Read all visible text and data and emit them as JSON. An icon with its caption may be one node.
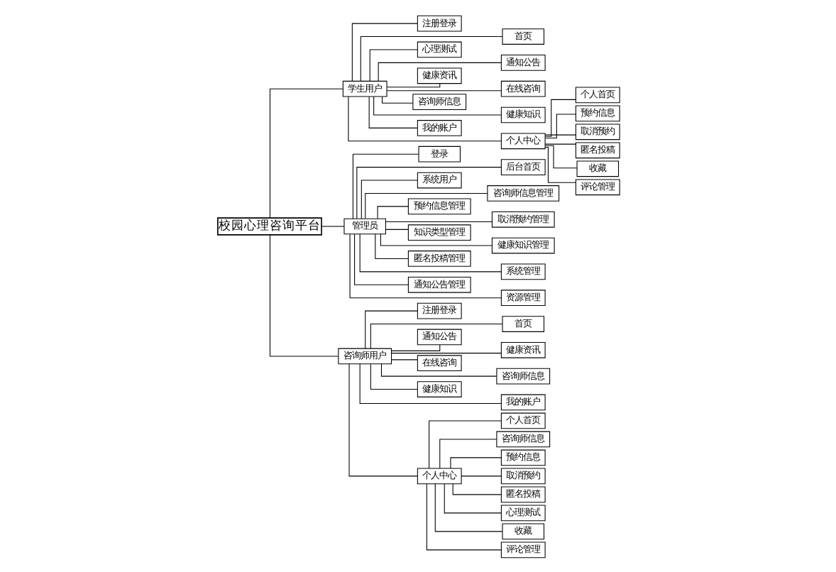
{
  "diagram": {
    "nodes": [
      {
        "text": [
          "校园心理咨询平台"
        ]
      },
      {
        "text": [
          "学生用户"
        ]
      },
      {
        "text": [
          "管理员"
        ]
      },
      {
        "text": [
          "咨询师用户"
        ]
      },
      {
        "text": [
          "注册登录"
        ]
      },
      {
        "text": [
          "首页"
        ]
      },
      {
        "text": [
          "心理测试"
        ]
      },
      {
        "text": [
          "通知公告"
        ]
      },
      {
        "text": [
          "健康资讯"
        ]
      },
      {
        "text": [
          "在线咨询"
        ]
      },
      {
        "text": [
          "咨询师信息"
        ]
      },
      {
        "text": [
          "健康知识"
        ]
      },
      {
        "text": [
          "我的账户"
        ]
      },
      {
        "text": [
          "个人中心"
        ]
      },
      {
        "text": [
          "登录"
        ]
      },
      {
        "text": [
          "后台首页"
        ]
      },
      {
        "text": [
          "系统用户"
        ]
      },
      {
        "text": [
          "咨询师信息管理"
        ]
      },
      {
        "text": [
          "预约信息管理"
        ]
      },
      {
        "text": [
          "取消预约管理"
        ]
      },
      {
        "text": [
          "知识类型管理"
        ]
      },
      {
        "text": [
          "健康知识管理"
        ]
      },
      {
        "text": [
          "匿名投稿管理"
        ]
      },
      {
        "text": [
          "系统管理"
        ]
      },
      {
        "text": [
          "通知公告管理"
        ]
      },
      {
        "text": [
          "资源管理"
        ]
      },
      {
        "text": [
          "注册登录"
        ]
      },
      {
        "text": [
          "首页"
        ]
      },
      {
        "text": [
          "通知公告"
        ]
      },
      {
        "text": [
          "健康资讯"
        ]
      },
      {
        "text": [
          "在线咨询"
        ]
      },
      {
        "text": [
          "咨询师信息"
        ]
      },
      {
        "text": [
          "健康知识"
        ]
      },
      {
        "text": [
          "我的账户"
        ]
      },
      {
        "text": [
          "个人中心"
        ]
      },
      {
        "text": [
          "个人首页"
        ]
      },
      {
        "text": [
          "预约信息"
        ]
      },
      {
        "text": [
          "取消预约"
        ]
      },
      {
        "text": [
          "匿名投稿"
        ]
      },
      {
        "text": [
          "收藏"
        ]
      },
      {
        "text": [
          "评论管理"
        ]
      },
      {
        "text": [
          "个人首页"
        ]
      },
      {
        "text": [
          "咨询师信息"
        ]
      },
      {
        "text": [
          "预约信息"
        ]
      },
      {
        "text": [
          "取消预约"
        ]
      },
      {
        "text": [
          "匿名投稿"
        ]
      },
      {
        "text": [
          "心理测试"
        ]
      },
      {
        "text": [
          "收藏"
        ]
      },
      {
        "text": [
          "评论管理"
        ]
      }
    ],
    "edges": [
      {
        "from": 0,
        "to": 1,
        "arrow": "none"
      },
      {
        "from": 0,
        "to": 2,
        "arrow": "none"
      },
      {
        "from": 0,
        "to": 3,
        "arrow": "none"
      },
      {
        "from": 1,
        "to": 4,
        "arrow": "none"
      },
      {
        "from": 1,
        "to": 5,
        "arrow": "none"
      },
      {
        "from": 1,
        "to": 6,
        "arrow": "none"
      },
      {
        "from": 1,
        "to": 7,
        "arrow": "none"
      },
      {
        "from": 1,
        "to": 8,
        "arrow": "none"
      },
      {
        "from": 1,
        "to": 9,
        "arrow": "none"
      },
      {
        "from": 1,
        "to": 10,
        "arrow": "none"
      },
      {
        "from": 1,
        "to": 11,
        "arrow": "none"
      },
      {
        "from": 1,
        "to": 12,
        "arrow": "none"
      },
      {
        "from": 1,
        "to": 13,
        "arrow": "none"
      },
      {
        "from": 2,
        "to": 14,
        "arrow": "none"
      },
      {
        "from": 2,
        "to": 15,
        "arrow": "none"
      },
      {
        "from": 2,
        "to": 16,
        "arrow": "none"
      },
      {
        "from": 2,
        "to": 17,
        "arrow": "none"
      },
      {
        "from": 2,
        "to": 18,
        "arrow": "none"
      },
      {
        "from": 2,
        "to": 19,
        "arrow": "none"
      },
      {
        "from": 2,
        "to": 20,
        "arrow": "none"
      },
      {
        "from": 2,
        "to": 21,
        "arrow": "none"
      },
      {
        "from": 2,
        "to": 22,
        "arrow": "none"
      },
      {
        "from": 2,
        "to": 23,
        "arrow": "none"
      },
      {
        "from": 2,
        "to": 24,
        "arrow": "none"
      },
      {
        "from": 2,
        "to": 25,
        "arrow": "none"
      },
      {
        "from": 3,
        "to": 26,
        "arrow": "none"
      },
      {
        "from": 3,
        "to": 27,
        "arrow": "none"
      },
      {
        "from": 3,
        "to": 28,
        "arrow": "none"
      },
      {
        "from": 3,
        "to": 29,
        "arrow": "none"
      },
      {
        "from": 3,
        "to": 30,
        "arrow": "none"
      },
      {
        "from": 3,
        "to": 31,
        "arrow": "none"
      },
      {
        "from": 3,
        "to": 32,
        "arrow": "none"
      },
      {
        "from": 3,
        "to": 33,
        "arrow": "none"
      },
      {
        "from": 3,
        "to": 34,
        "arrow": "none"
      },
      {
        "from": 13,
        "to": 35,
        "arrow": "none"
      },
      {
        "from": 13,
        "to": 36,
        "arrow": "none"
      },
      {
        "from": 13,
        "to": 37,
        "arrow": "none"
      },
      {
        "from": 13,
        "to": 38,
        "arrow": "none"
      },
      {
        "from": 13,
        "to": 39,
        "arrow": "none"
      },
      {
        "from": 13,
        "to": 40,
        "arrow": "none"
      },
      {
        "from": 34,
        "to": 41,
        "arrow": "none"
      },
      {
        "from": 34,
        "to": 42,
        "arrow": "none"
      },
      {
        "from": 34,
        "to": 43,
        "arrow": "none"
      },
      {
        "from": 34,
        "to": 44,
        "arrow": "none"
      },
      {
        "from": 34,
        "to": 45,
        "arrow": "none"
      },
      {
        "from": 34,
        "to": 46,
        "arrow": "none"
      },
      {
        "from": 34,
        "to": 47,
        "arrow": "none"
      },
      {
        "from": 34,
        "to": 48,
        "arrow": "none"
      }
    ]
  }
}
